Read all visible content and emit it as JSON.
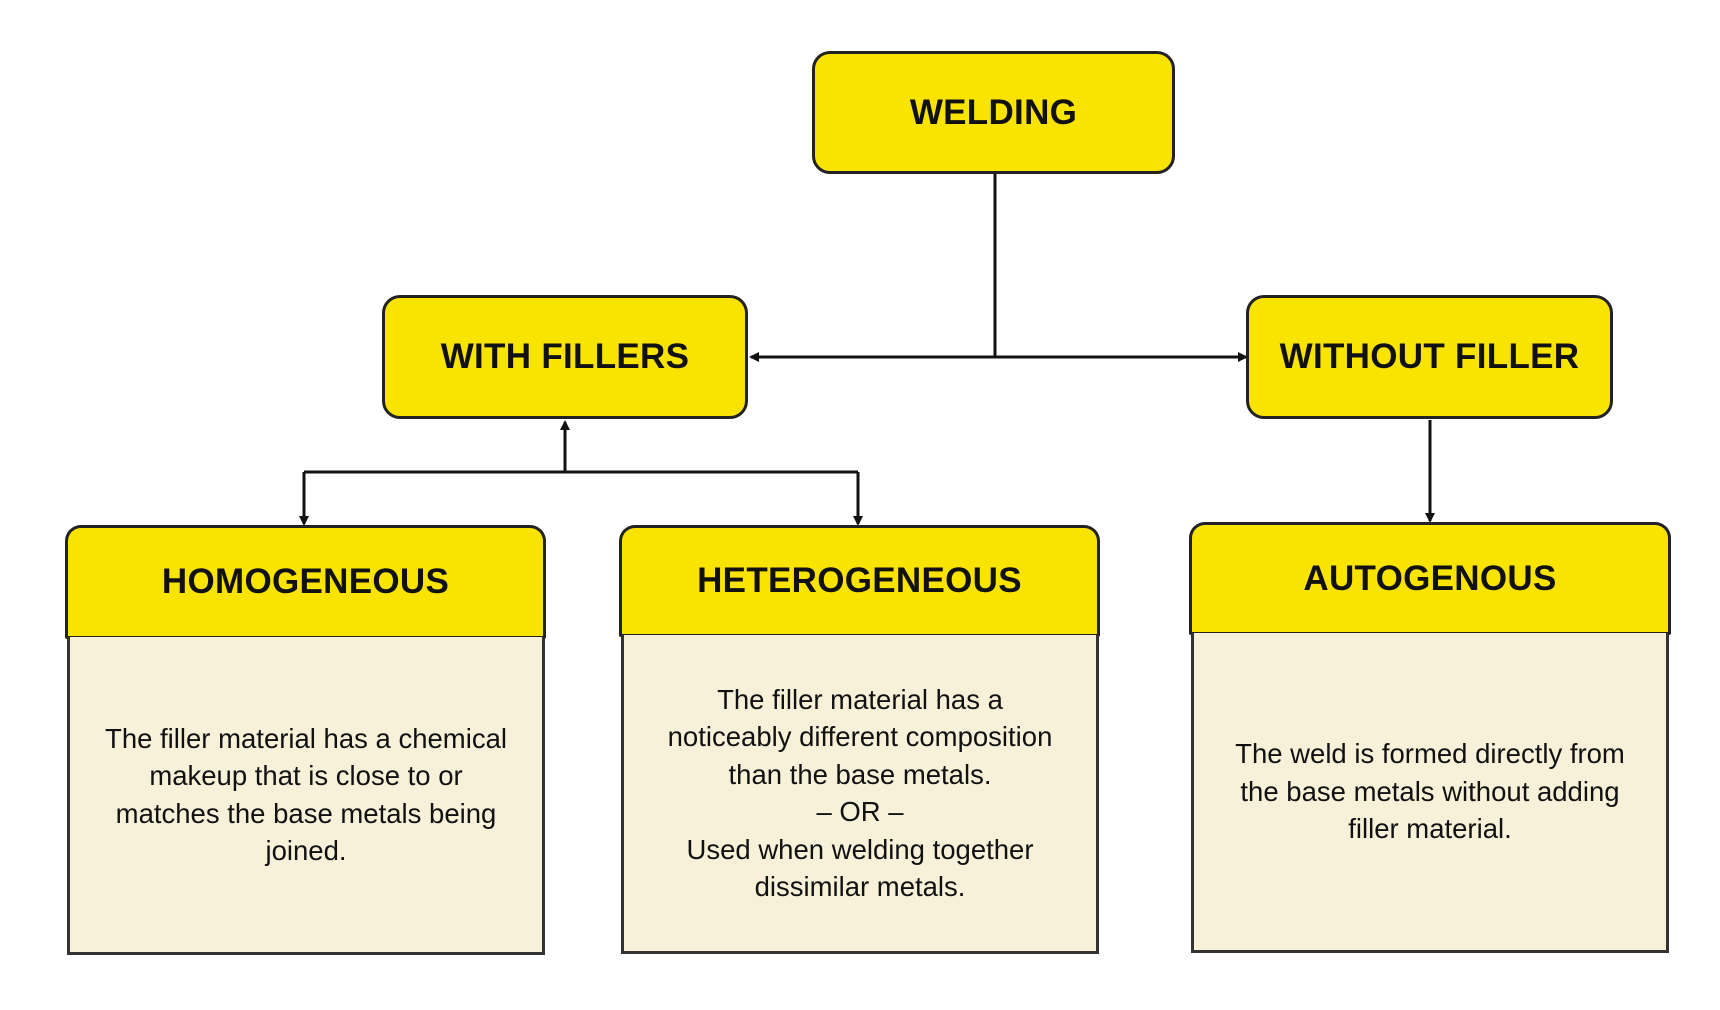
{
  "diagram": {
    "root": {
      "label": "WELDING"
    },
    "branches": {
      "with_fillers": {
        "label": "WITH FILLERS"
      },
      "without_filler": {
        "label": "WITHOUT FILLER"
      }
    },
    "leaves": {
      "homogeneous": {
        "title": "HOMOGENEOUS",
        "description": "The filler material has a chemical\nmakeup that is close to or\nmatches the base metals being\njoined."
      },
      "heterogeneous": {
        "title": "HETEROGENEOUS",
        "description": "The filler material has a\nnoticeably different composition\nthan the base metals.\n– OR –\nUsed when welding together\ndissimilar metals."
      },
      "autogenous": {
        "title": "AUTOGENOUS",
        "description": "The weld is formed directly from\nthe base metals without adding\nfiller material."
      }
    },
    "colors": {
      "node_fill": "#f9e300",
      "card_body_fill": "#f8f1d9",
      "stroke": "#222222"
    }
  }
}
